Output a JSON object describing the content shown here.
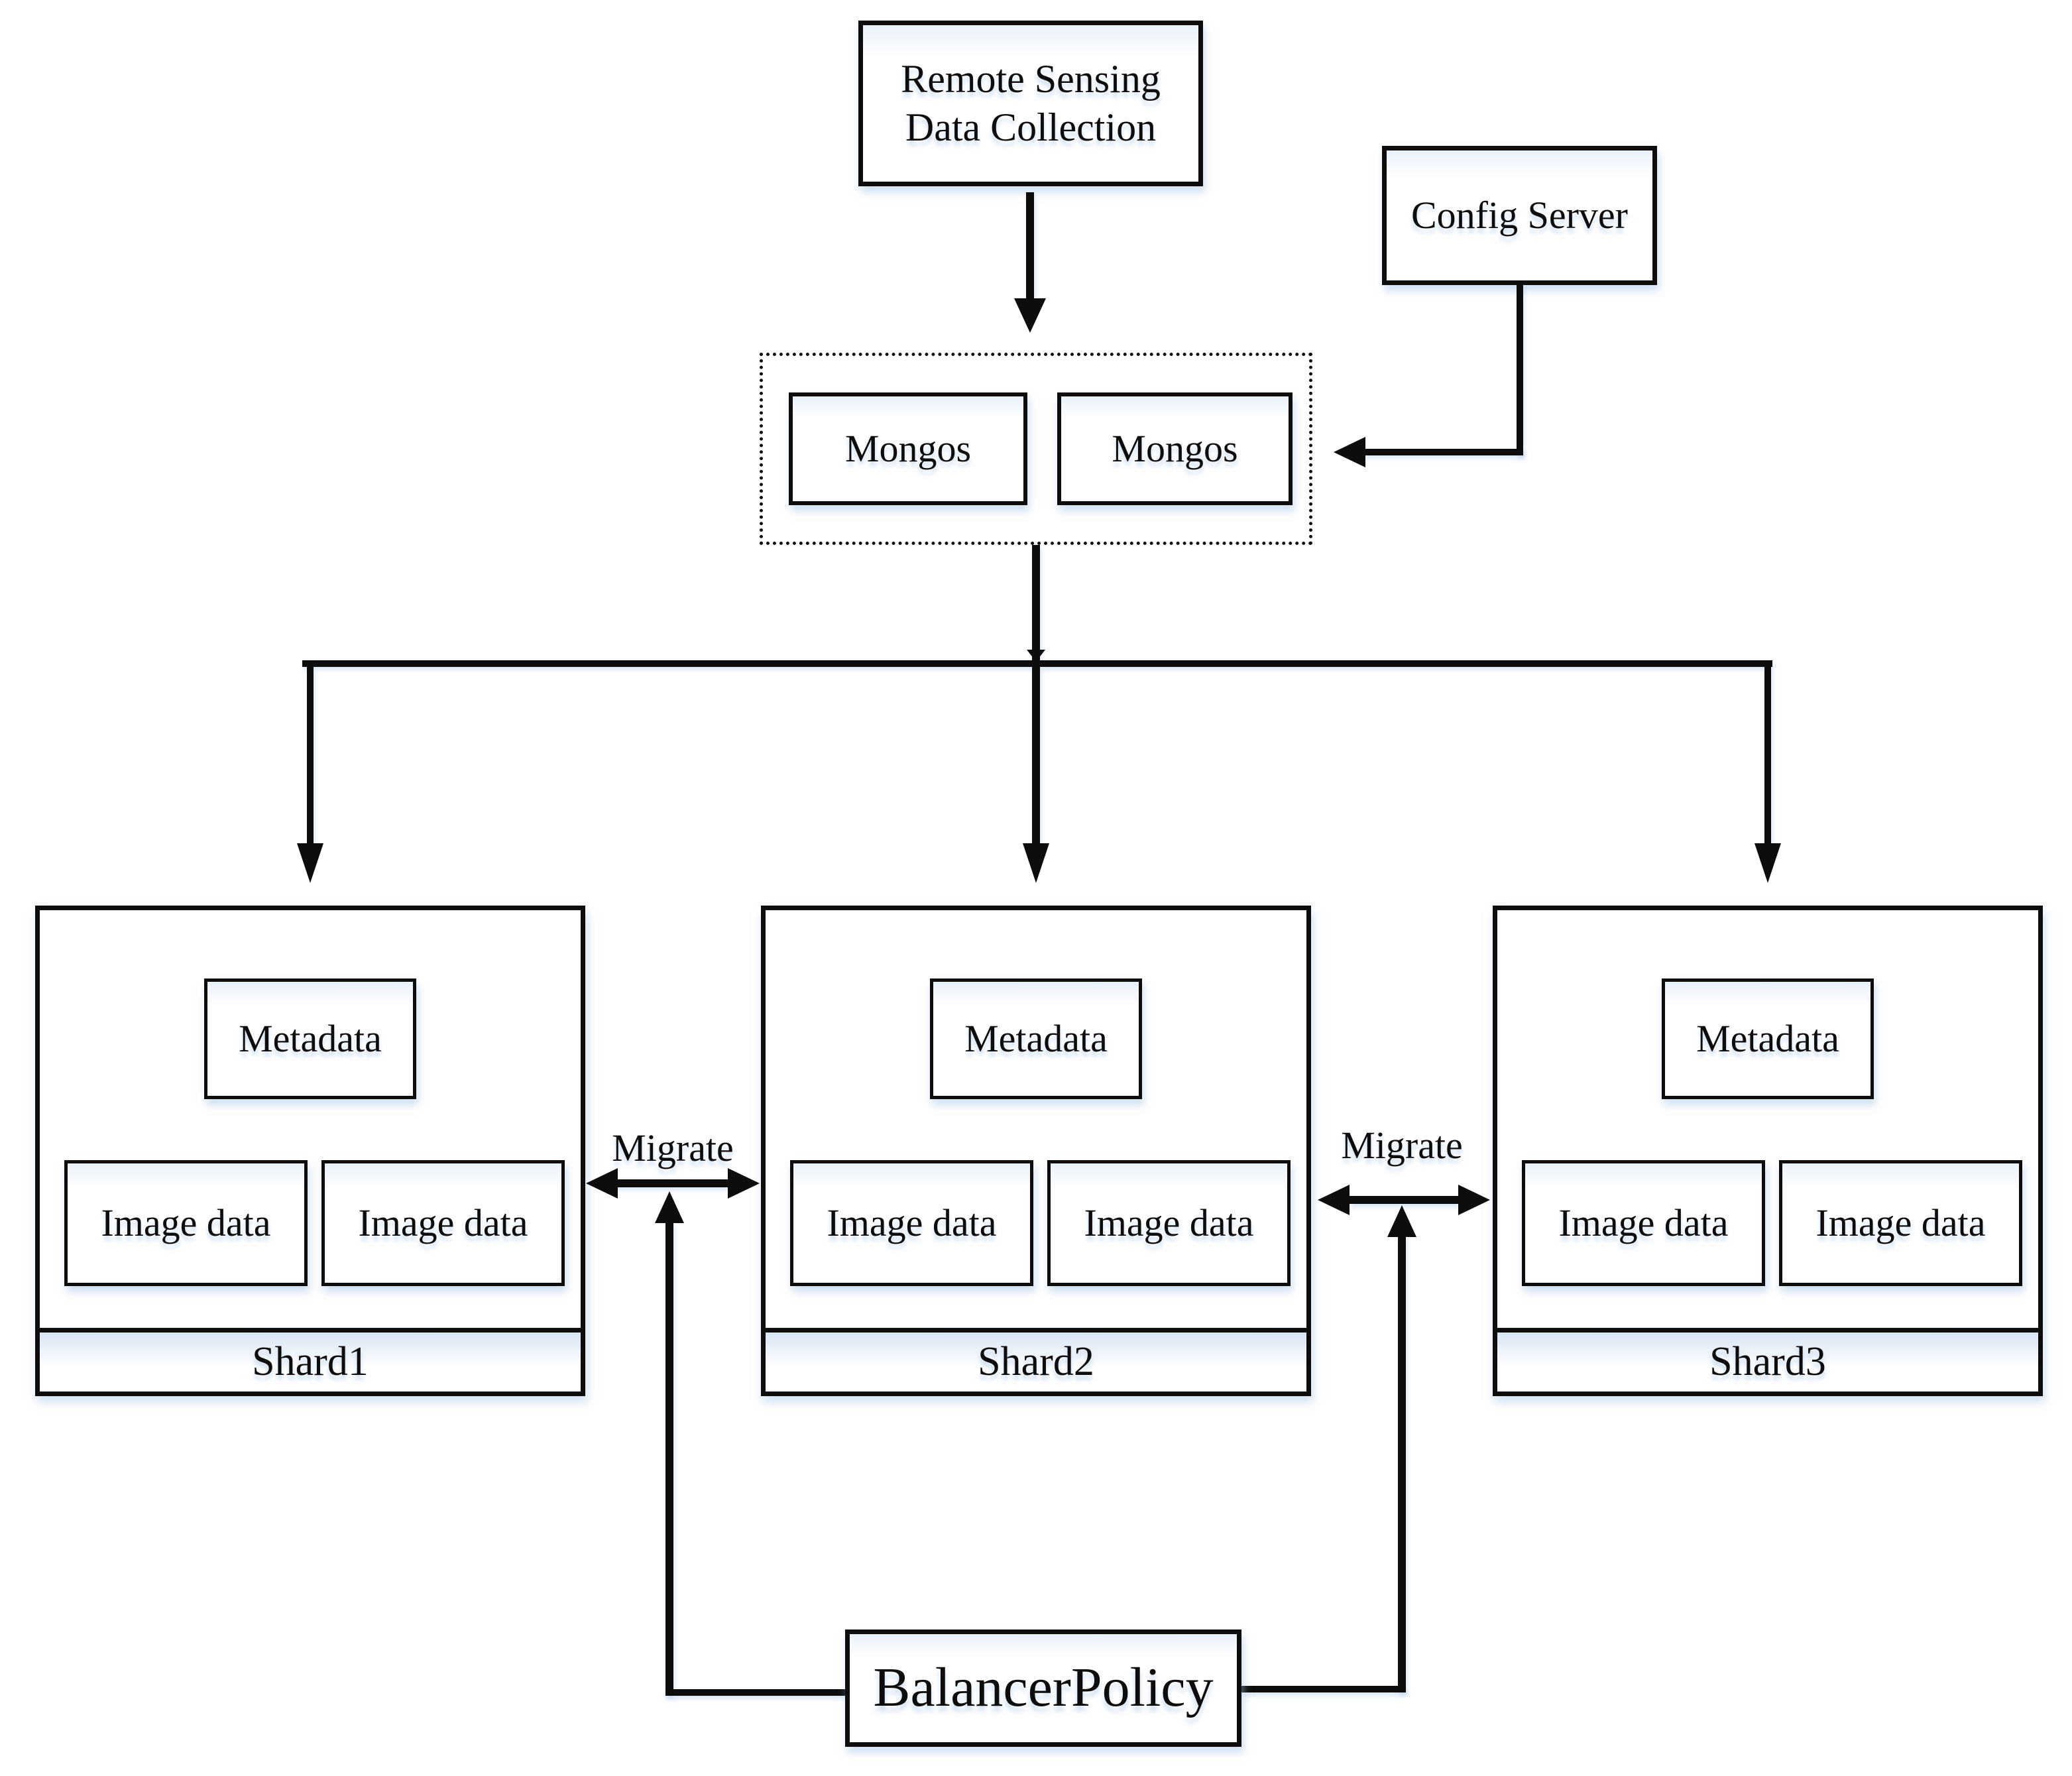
{
  "diagram": {
    "type": "architecture-flowchart",
    "topic": "Sharded MongoDB storage for remote sensing data",
    "colors": {
      "ink": "#0d0d0d",
      "background": "#ffffff",
      "soft_shadow": "#a8c5e6",
      "strip_tint": "#d7e5f4"
    },
    "nodes": {
      "remote_sensing": {
        "line1": "Remote Sensing",
        "line2": "Data Collection"
      },
      "config_server": {
        "label": "Config Server"
      },
      "mongos_1": {
        "label": "Mongos"
      },
      "mongos_2": {
        "label": "Mongos"
      },
      "balancer": {
        "label": "BalancerPolicy"
      }
    },
    "shards": [
      {
        "name": "Shard1",
        "metadata_label": "Metadata",
        "image_data_1": "Image data",
        "image_data_2": "Image data"
      },
      {
        "name": "Shard2",
        "metadata_label": "Metadata",
        "image_data_1": "Image data",
        "image_data_2": "Image data"
      },
      {
        "name": "Shard3",
        "metadata_label": "Metadata",
        "image_data_1": "Image data",
        "image_data_2": "Image data"
      }
    ],
    "edges": {
      "migrate_left_label": "Migrate",
      "migrate_right_label": "Migrate"
    }
  }
}
